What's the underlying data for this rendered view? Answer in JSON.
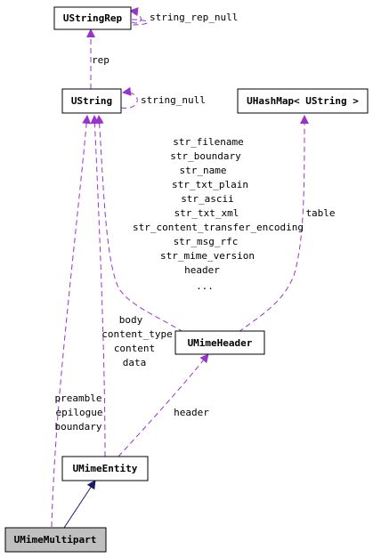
{
  "colors": {
    "usage": "#9a32cd",
    "inheritance": "#191970",
    "node_border": "#000000",
    "highlight_fill": "#bfbfbf"
  },
  "nodes": {
    "ustringrep": "UStringRep",
    "ustring": "UString",
    "uhashmap": "UHashMap< UString >",
    "umimeheader": "UMimeHeader",
    "umimeentity": "UMimeEntity",
    "umimemultipart": "UMimeMultipart"
  },
  "labels": {
    "string_rep_null": "string_rep_null",
    "rep": "rep",
    "string_null": "string_null",
    "table": "table",
    "header_members": [
      "str_filename",
      "str_boundary",
      "str_name",
      "str_txt_plain",
      "str_ascii",
      "str_txt_xml",
      "str_content_transfer_encoding",
      "str_msg_rfc",
      "str_mime_version",
      "header",
      "..."
    ],
    "entity_members": [
      "body",
      "content_type",
      "content",
      "data"
    ],
    "multipart_members": [
      "preamble",
      "epilogue",
      "boundary"
    ],
    "entity_header": "header"
  }
}
